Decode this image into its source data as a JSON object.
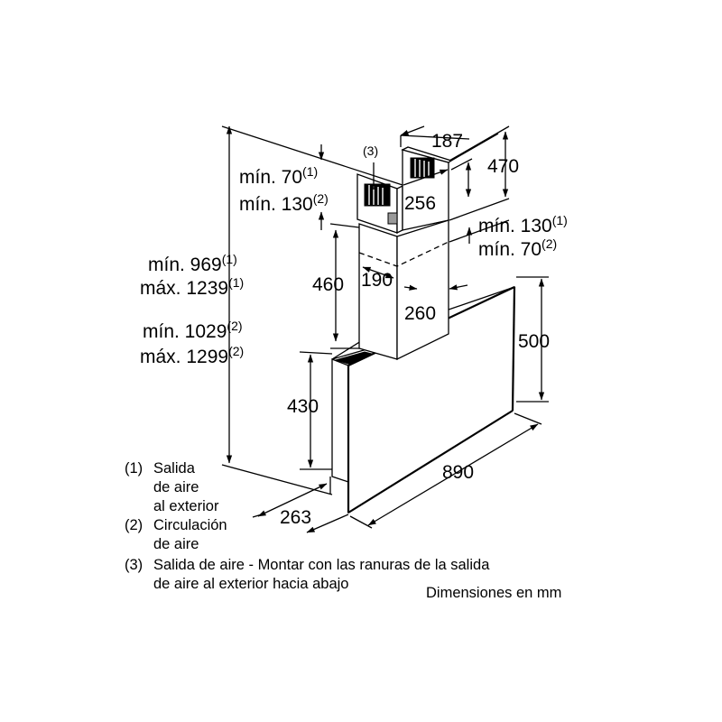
{
  "dimensions": {
    "d187": "187",
    "d470": "470",
    "d256": "256",
    "min70_1": "mín. 70",
    "min130_2": "mín. 130",
    "min130_1": "mín. 130",
    "min70_2": "mín. 70",
    "min969_1": "mín. 969",
    "max1239_1": "máx. 1239",
    "min1029_2": "mín. 1029",
    "max1299_2": "máx. 1299",
    "d460": "460",
    "d190": "190",
    "d260": "260",
    "d500": "500",
    "d430": "430",
    "d890": "890",
    "d263": "263"
  },
  "markers": {
    "m1": "(1)",
    "m2": "(2)",
    "m3": "(3)"
  },
  "legend": [
    {
      "num": "(1)",
      "lines": [
        "Salida",
        "de aire",
        "al exterior"
      ]
    },
    {
      "num": "(2)",
      "lines": [
        "Circulación",
        "de aire"
      ]
    },
    {
      "num": "(3)",
      "lines": [
        "Salida de aire - Montar con las ranuras de la salida",
        "de aire al exterior hacia abajo"
      ]
    }
  ],
  "units_note": "Dimensiones en mm"
}
